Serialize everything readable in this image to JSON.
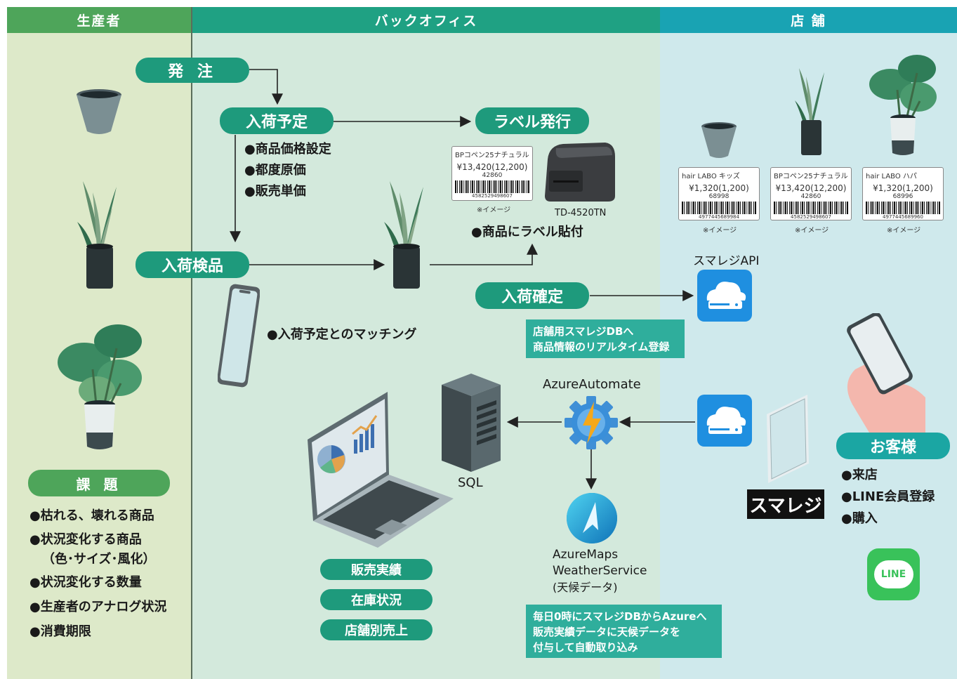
{
  "lanes": {
    "producer": "生産者",
    "backoffice": "バックオフィス",
    "store": "店 舗"
  },
  "producer": {
    "order_label": "発 注",
    "inspection_label": "入荷検品",
    "issues_title": "課 題",
    "issues": [
      "●枯れる、壊れる商品",
      "●状況変化する商品",
      "（色･サイズ･風化）",
      "●状況変化する数量",
      "●生産者のアナログ状況",
      "●消費期限"
    ]
  },
  "backoffice": {
    "arrival_plan_label": "入荷予定",
    "arrival_plan_items": [
      "●商品価格設定",
      "●都度原価",
      "●販売単価"
    ],
    "label_issue_label": "ラベル発行",
    "label_card": {
      "name": "BPコペン25ナチュラル",
      "price": "¥13,420(12,200)",
      "code": "42860",
      "barcode": "4582529498607"
    },
    "image_note": "※イメージ",
    "printer_model": "TD-4520TN",
    "label_attach": "●商品にラベル貼付",
    "matching": "●入荷予定とのマッチング",
    "arrival_confirm_label": "入荷確定",
    "realtime_note": [
      "店舗用スマレジDBへ",
      "商品情報のリアルタイム登録"
    ],
    "azure_automate": "AzureAutomate",
    "sql": "SQL",
    "azure_maps": [
      "AzureMaps",
      "WeatherService",
      "(天候データ)"
    ],
    "reports": [
      "販売実績",
      "在庫状況",
      "店舗別売上"
    ],
    "daily_note": [
      "毎日0時にスマレジDBからAzureへ",
      "販売実績データに天候データを",
      "付与して自動取り込み"
    ]
  },
  "store": {
    "labels": [
      {
        "name": "hair LABO キッズ",
        "price": "¥1,320(1,200)",
        "code": "68998",
        "barcode": "4977445689984"
      },
      {
        "name": "BPコペン25ナチュラル",
        "price": "¥13,420(12,200)",
        "code": "42860",
        "barcode": "4582529498607"
      },
      {
        "name": "hair LABO ハパ",
        "price": "¥1,320(1,200)",
        "code": "68996",
        "barcode": "4977445689960"
      }
    ],
    "image_note": "※イメージ",
    "smaregi_api": "スマレジAPI",
    "smaregi_logo": "スマレジ",
    "customer_label": "お客様",
    "customer_items": [
      "●来店",
      "●LINE会員登録",
      "●購入"
    ],
    "line_logo": "LINE"
  },
  "colors": {
    "pill_green": "#1e9a7c",
    "producer_head": "#4ea55a",
    "back_head": "#1fa183",
    "store_head": "#19a3b3",
    "note_bg": "#2fae9c"
  }
}
